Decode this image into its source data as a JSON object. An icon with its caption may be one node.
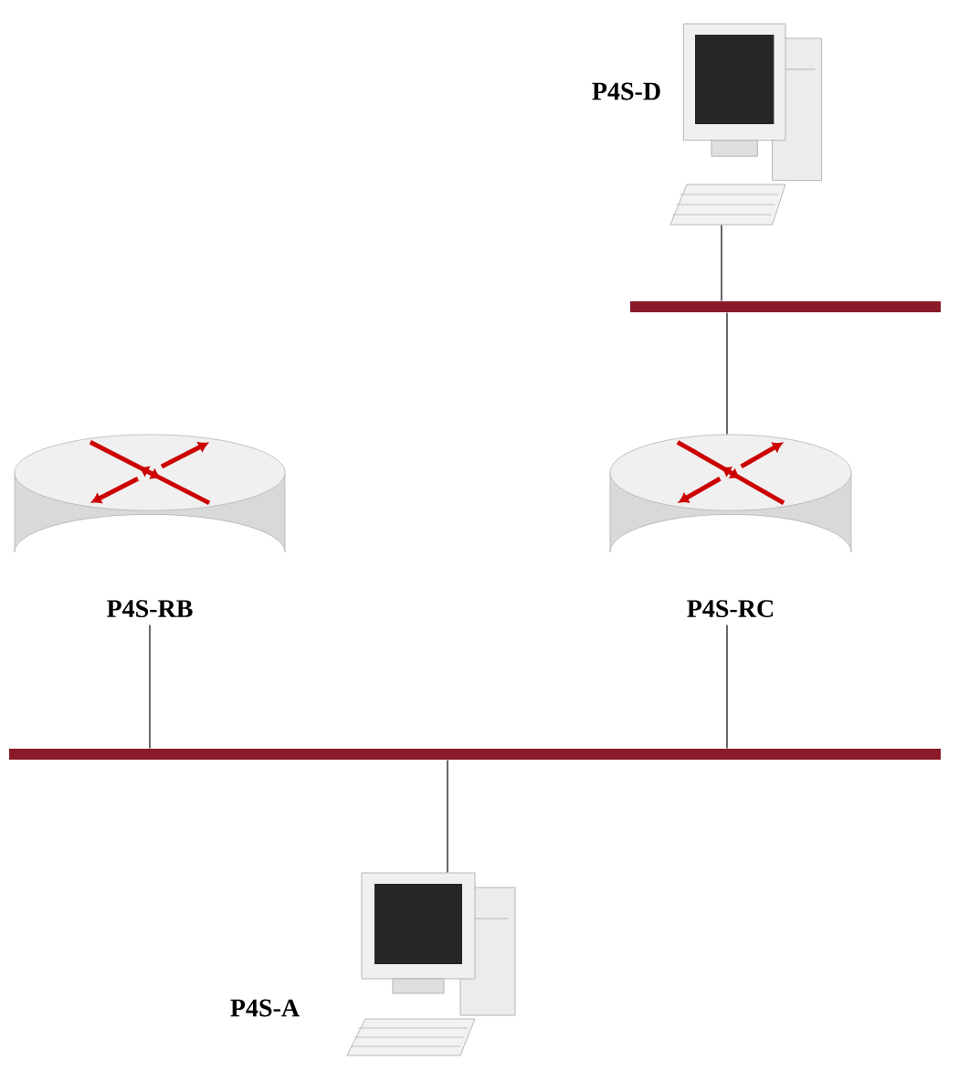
{
  "diagram": {
    "nodes": [
      {
        "text": [],
        "shape": "picture",
        "beside": [
          "P4S-D"
        ]
      },
      {
        "text": [],
        "shape": "bar"
      },
      {
        "text": [
          "P4S-RB"
        ]
      },
      {
        "text": [
          "P4S-RC"
        ]
      },
      {
        "text": [],
        "shape": "bar"
      },
      {
        "text": [],
        "shape": "picture",
        "beside": [
          "P4S-A"
        ]
      }
    ],
    "edges": [
      {
        "from": 0,
        "to": 1,
        "arrow": "none"
      },
      {
        "from": 1,
        "to": 3,
        "arrow": "none"
      },
      {
        "from": 2,
        "to": 4,
        "arrow": "none"
      },
      {
        "from": 3,
        "to": 4,
        "arrow": "none"
      },
      {
        "from": 4,
        "to": 5,
        "arrow": "none"
      }
    ]
  }
}
